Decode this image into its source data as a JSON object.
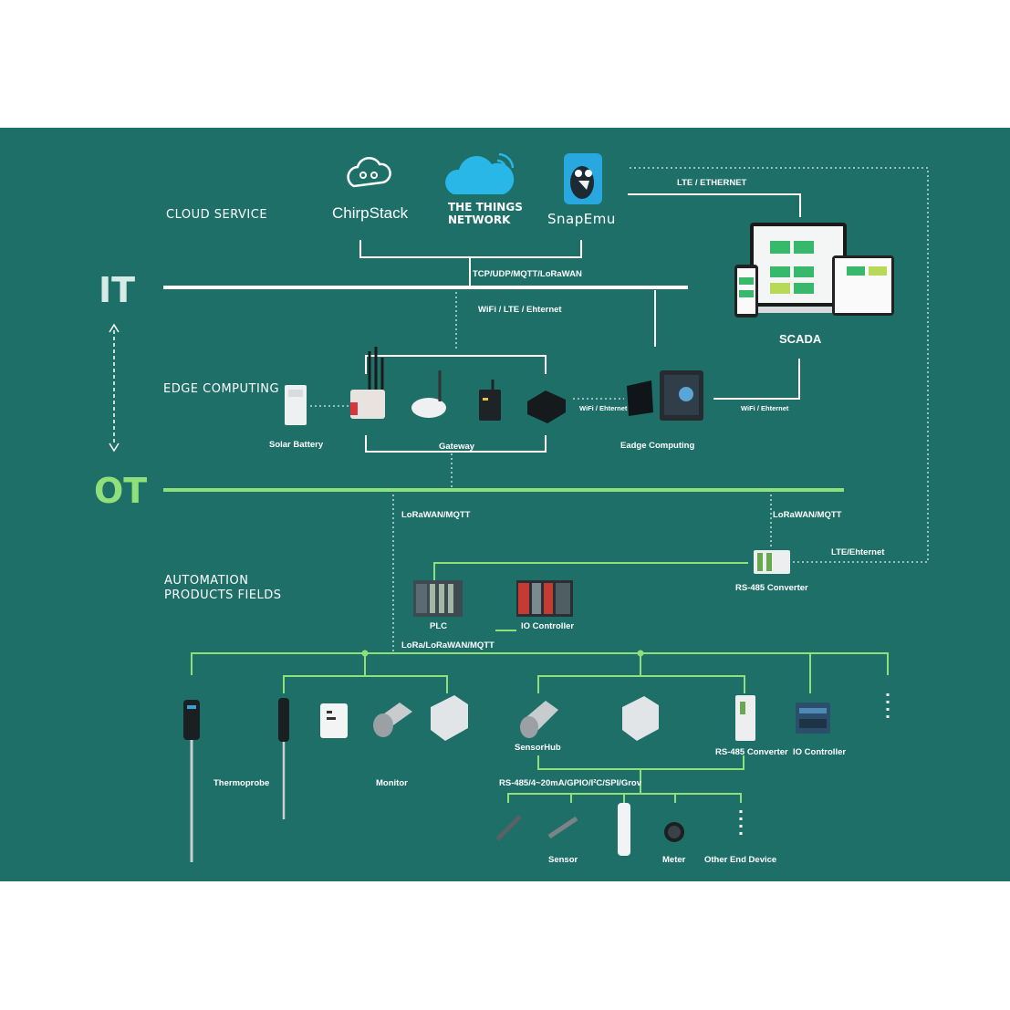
{
  "colors": {
    "background": "#1e6f68",
    "it_line": "#ffffff",
    "ot_line": "#8fe07a",
    "ot_text": "#8fe07a",
    "device_light": "#e6e9ea",
    "device_dark": "#1d2326"
  },
  "layers": {
    "it": "IT",
    "ot": "OT"
  },
  "sections": {
    "cloud": "CLOUD SERVICE",
    "edge": "EDGE COMPUTING",
    "automation_line1": "AUTOMATION",
    "automation_line2": "PRODUCTS FIELDS"
  },
  "cloud_services": {
    "chirpstack": "ChirpStack",
    "ttn_line1": "THE THINGS",
    "ttn_line2": "NETWORK",
    "snapemu": "SnapEmu"
  },
  "protocols": {
    "lte_ethernet_top": "LTE / ETHERNET",
    "tcp": "TCP/UDP/MQTT/LoRaWAN",
    "wifi_lte": "WiFi / LTE / Ehternet",
    "wifi_eth_1": "WiFi / Ehternet",
    "wifi_eth_2": "WiFi / Ehternet",
    "lorawan_mqtt_1": "LoRaWAN/MQTT",
    "lorawan_mqtt_2": "LoRaWAN/MQTT",
    "lte_ethernet_right": "LTE/Ehternet",
    "lora_lorawan_mqtt": "LoRa/LoRaWAN/MQTT",
    "rs485_bus": "RS-485/4~20mA/GPIO/I²C/SPI/Grov"
  },
  "devices": {
    "scada": "SCADA",
    "solar_battery": "Solar Battery",
    "gateway": "Gateway",
    "edge_computing": "Eadge Computing",
    "rs485_top": "RS-485 Converter",
    "plc": "PLC",
    "io_top": "IO Controller",
    "thermoprobe": "Thermoprobe",
    "monitor": "Monitor",
    "sensorhub": "SensorHub",
    "rs485_bottom": "RS-485 Converter",
    "io_bottom": "IO Controller",
    "sensor": "Sensor",
    "meter": "Meter",
    "other_end_device": "Other End Device"
  },
  "icons": {
    "chirpstack": "cloud-link-icon",
    "ttn": "cloud-wifi-icon",
    "snapemu": "bird-mascot-icon",
    "scada": "laptop-tablet-phone-icon",
    "arrow": "double-arrow-icon"
  }
}
